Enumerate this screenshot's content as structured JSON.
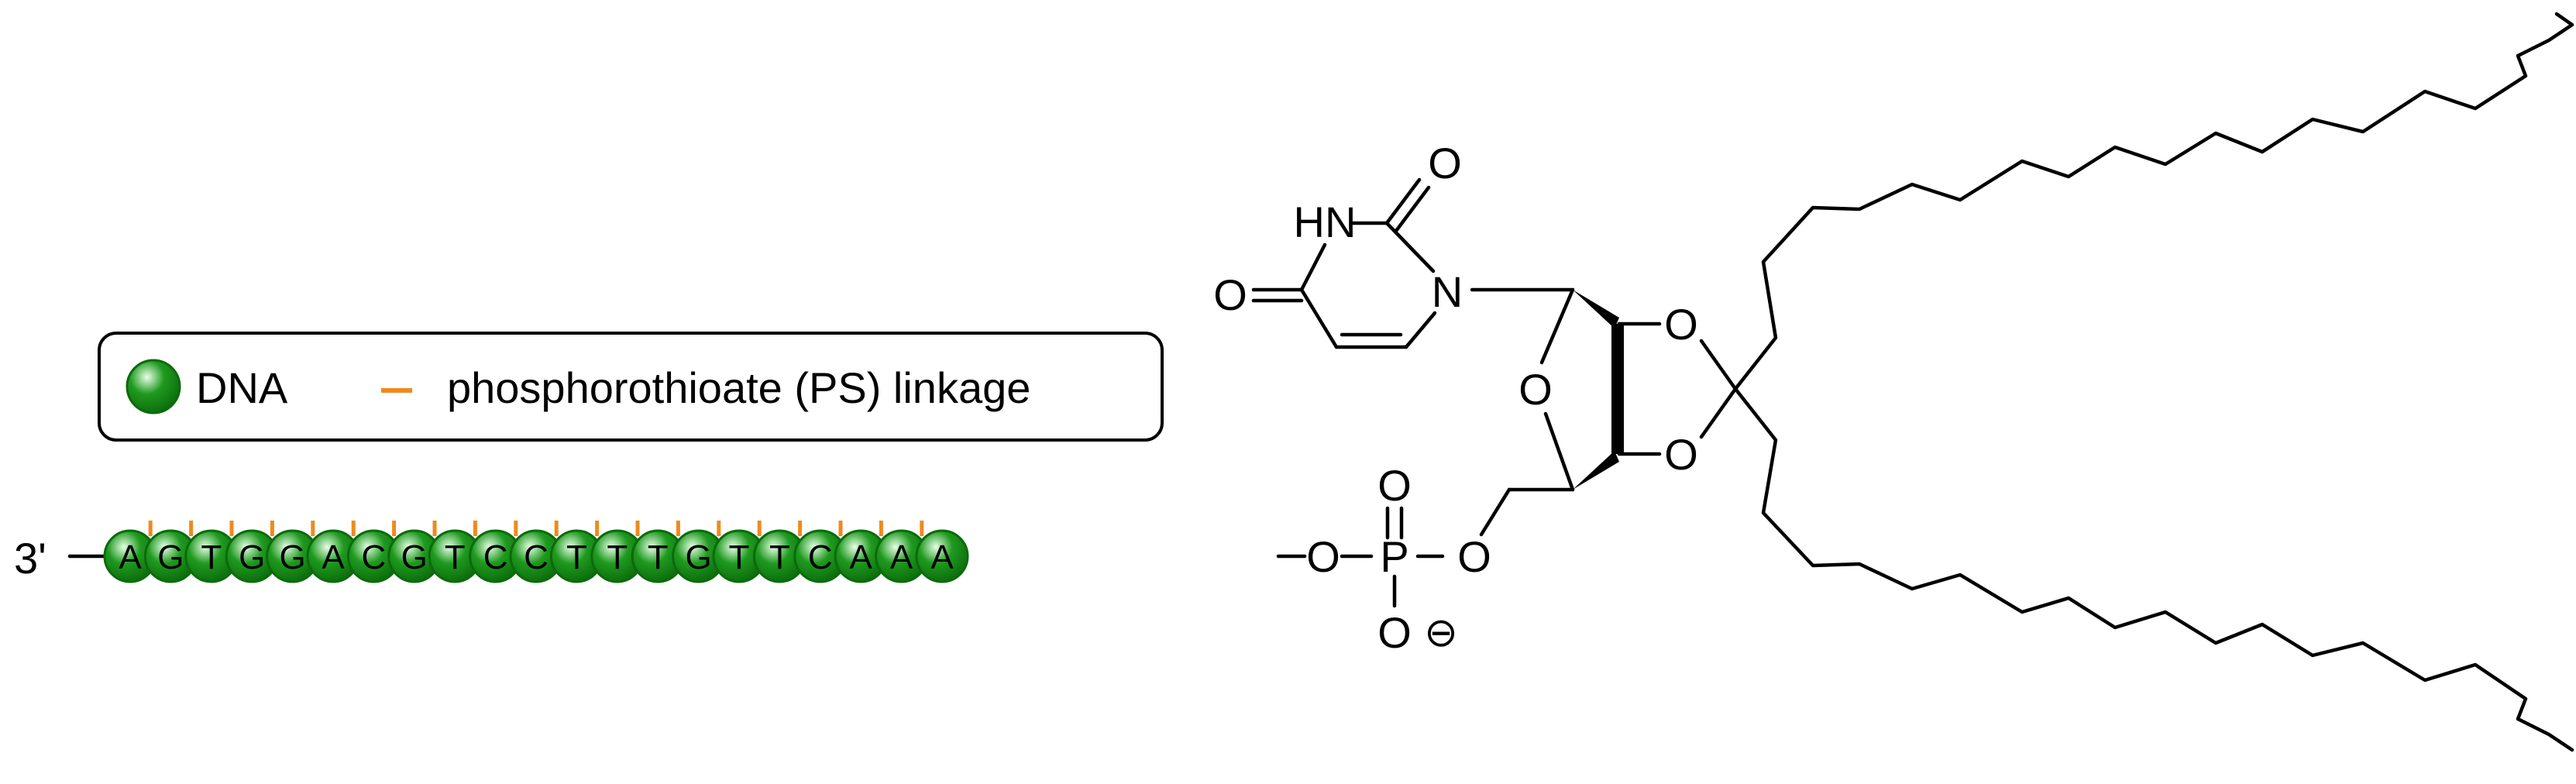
{
  "legend": {
    "dna_label": "DNA",
    "ps_label": "phosphorothioate (PS) linkage"
  },
  "strand": {
    "end_label": "3'",
    "bases": [
      "A",
      "G",
      "T",
      "G",
      "G",
      "A",
      "C",
      "G",
      "T",
      "C",
      "C",
      "T",
      "T",
      "T",
      "G",
      "T",
      "T",
      "C",
      "A",
      "A",
      "A"
    ]
  },
  "colors": {
    "bead_dark": "#0b6b0b",
    "bead_mid": "#1f9a1f",
    "bead_light": "#e9ffe9",
    "ps_linkage": "#f08a1c"
  },
  "molecule": {
    "atoms": {
      "o_link": "O",
      "o_phosphate_right": "O",
      "p": "P",
      "o_double_top": "O",
      "o_minus": "O",
      "charge": "⊖",
      "o_ring": "O",
      "o_ketal_top": "O",
      "o_ketal_bottom": "O",
      "n1": "N",
      "nh": "HN",
      "o_c2": "O",
      "o_c4": "O"
    }
  }
}
